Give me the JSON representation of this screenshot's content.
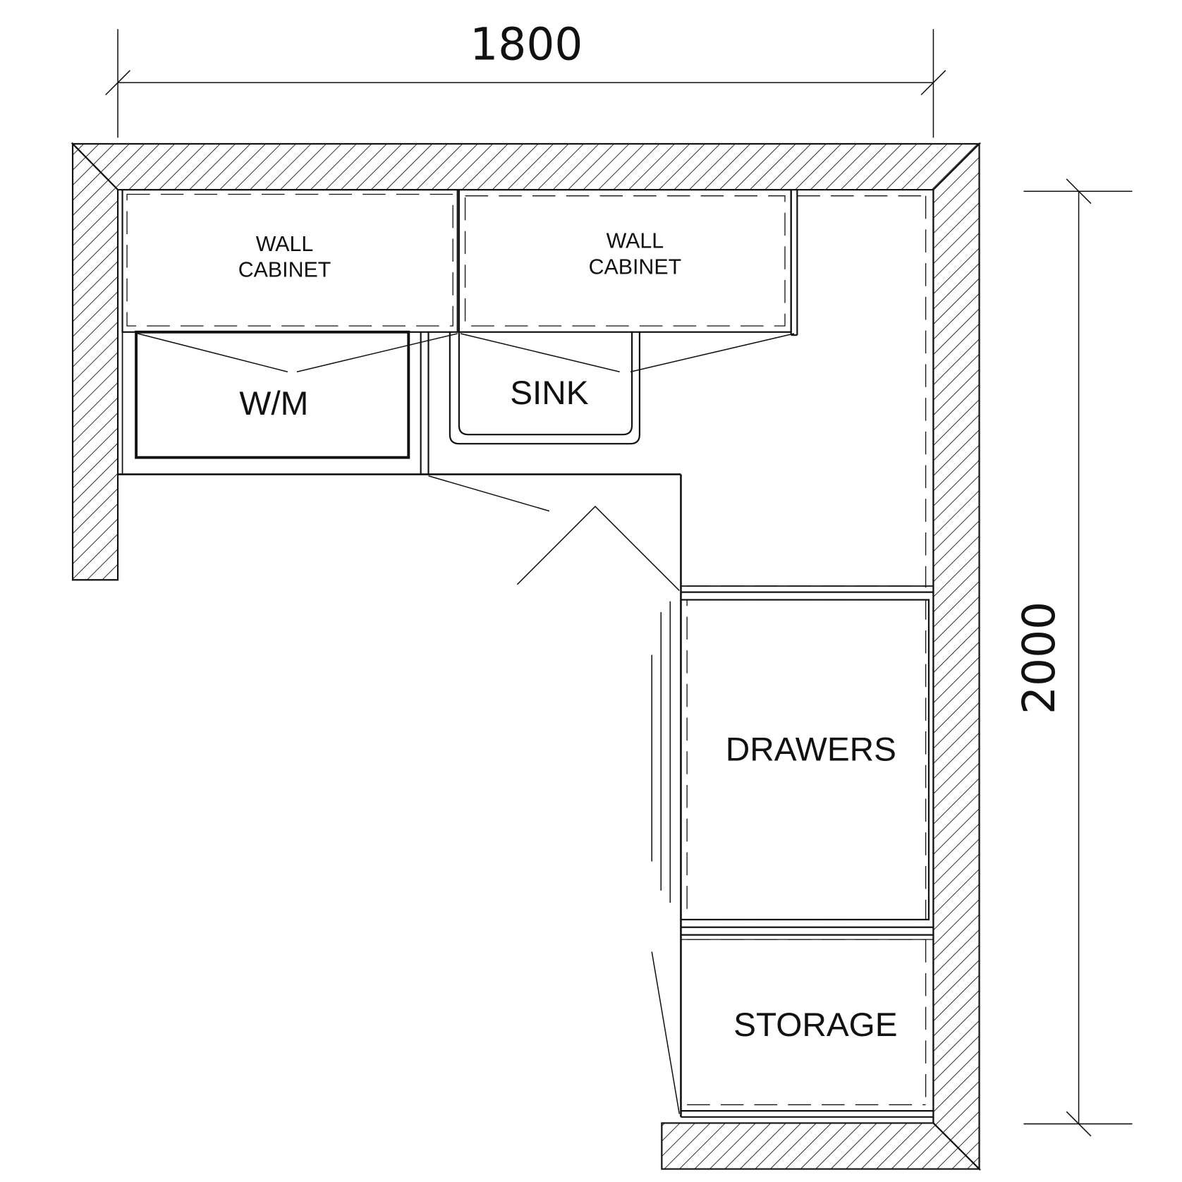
{
  "dimensions": {
    "width": "1800",
    "height": "2000"
  },
  "units": {
    "wall_cabinet_left": [
      "WALL",
      "CABINET"
    ],
    "wall_cabinet_right": [
      "WALL",
      "CABINET"
    ],
    "washing_machine": "W/M",
    "sink": "SINK",
    "drawers": "DRAWERS",
    "storage": "STORAGE"
  },
  "colors": {
    "line": "#111111",
    "background": "#ffffff"
  }
}
